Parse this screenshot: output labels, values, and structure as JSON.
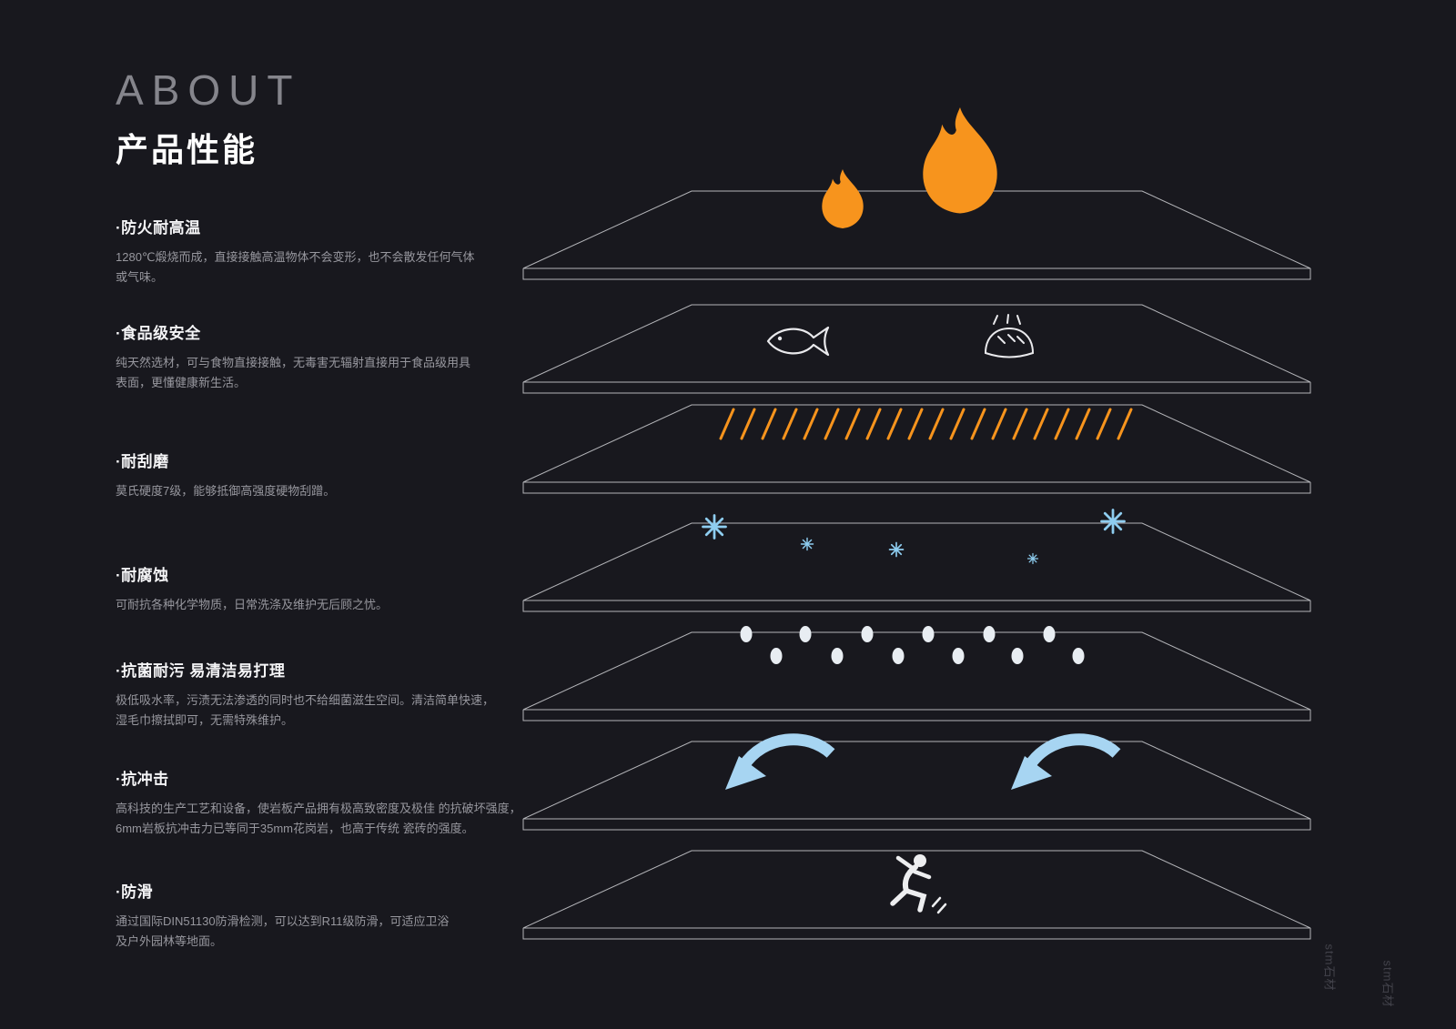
{
  "header": {
    "kicker": "ABOUT",
    "title": "产品性能"
  },
  "features": [
    {
      "icon": "flame-icon",
      "title": "·防火耐高温",
      "desc": "1280℃煅烧而成，直接接触高温物体不会变形，也不会散发任何气体\n或气味。"
    },
    {
      "icon": "fish-bread-icon",
      "title": "·食品级安全",
      "desc": "纯天然选材，可与食物直接接触，无毒害无辐射直接用于食品级用具\n表面，更懂健康新生活。"
    },
    {
      "icon": "scratch-marks-icon",
      "title": "·耐刮磨",
      "desc": "莫氏硬度7级，能够抵御高强度硬物刮蹭。"
    },
    {
      "icon": "snowflake-icon",
      "title": "·耐腐蚀",
      "desc": "可耐抗各种化学物质，日常洗涤及维护无后顾之忧。"
    },
    {
      "icon": "droplets-icon",
      "title": "·抗菌耐污 易清洁易打理",
      "desc": "极低吸水率，污渍无法渗透的同时也不给细菌滋生空间。清洁简单快速，\n湿毛巾擦拭即可，无需特殊维护。"
    },
    {
      "icon": "bounce-arrow-icon",
      "title": "·抗冲击",
      "desc": "高科技的生产工艺和设备，使岩板产品拥有极高致密度及极佳 的抗破坏强度，\n6mm岩板抗冲击力已等同于35mm花岗岩，也高于传统 瓷砖的强度。"
    },
    {
      "icon": "slipping-person-icon",
      "title": "·防滑",
      "desc": "通过国际DIN51130防滑检测，可以达到R11级防滑，可适应卫浴\n及户外园林等地面。"
    }
  ],
  "illustration": {
    "type": "exploded-slab-stack",
    "layers": 7
  },
  "watermark": {
    "text": "stm石材"
  },
  "colors": {
    "background": "#18181E",
    "text": "#FFFFFF",
    "muted_text": "#97979E",
    "kicker": "#85858C",
    "accent_orange": "#F7941D",
    "accent_blue": "#A7D5F2",
    "snowflake_blue": "#8ECDF0",
    "line": "#CFD0D4"
  }
}
